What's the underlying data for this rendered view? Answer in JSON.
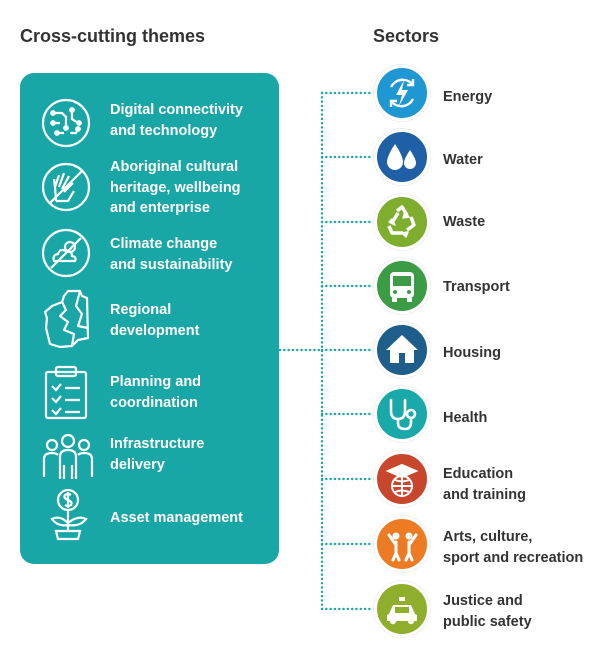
{
  "headings": {
    "themes": "Cross-cutting themes",
    "sectors": "Sectors"
  },
  "themes": [
    {
      "label": "Digital connectivity\nand technology",
      "icon": "circuit-icon"
    },
    {
      "label": "Aboriginal cultural\nheritage, wellbeing\nand enterprise",
      "icon": "hand-icon"
    },
    {
      "label": "Climate change\nand sustainability",
      "icon": "cloud-sun-icon"
    },
    {
      "label": "Regional\ndevelopment",
      "icon": "wa-map-icon"
    },
    {
      "label": "Planning and\ncoordination",
      "icon": "clipboard-icon"
    },
    {
      "label": "Infrastructure\ndelivery",
      "icon": "people-icon"
    },
    {
      "label": "Asset management",
      "icon": "money-plant-icon"
    }
  ],
  "sectors": [
    {
      "label": "Energy",
      "icon": "lightning-icon",
      "color": "#1f97d3"
    },
    {
      "label": "Water",
      "icon": "water-drops-icon",
      "color": "#1f5fa6"
    },
    {
      "label": "Waste",
      "icon": "recycle-icon",
      "color": "#7fae2f"
    },
    {
      "label": "Transport",
      "icon": "bus-icon",
      "color": "#3c9b45"
    },
    {
      "label": "Housing",
      "icon": "house-icon",
      "color": "#1d5f8a"
    },
    {
      "label": "Health",
      "icon": "stethoscope-icon",
      "color": "#19a9a9"
    },
    {
      "label": "Education\nand training",
      "icon": "graduation-globe-icon",
      "color": "#c8462b"
    },
    {
      "label": "Arts, culture,\nsport and recreation",
      "icon": "people-celebrating-icon",
      "color": "#ec7b23"
    },
    {
      "label": "Justice and\npublic safety",
      "icon": "police-car-icon",
      "color": "#8fae2c"
    }
  ]
}
